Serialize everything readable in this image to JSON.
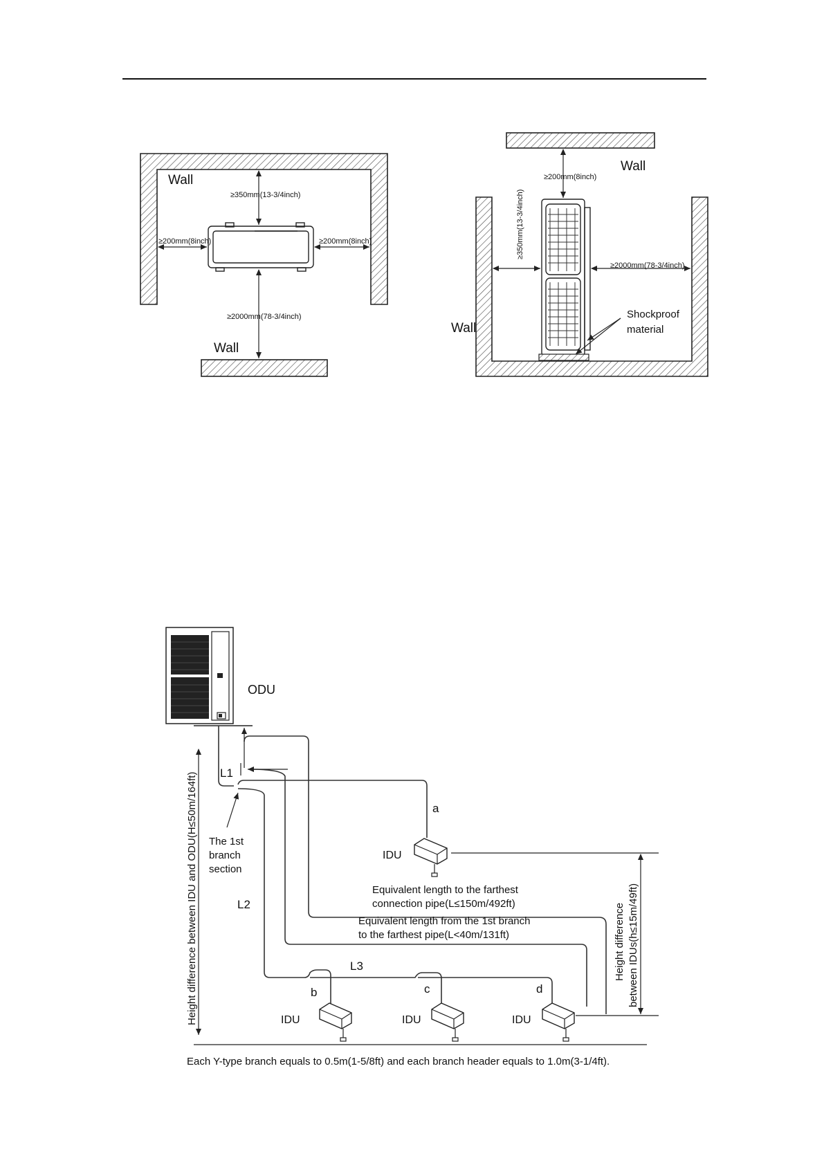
{
  "top_left": {
    "wall_top": "Wall",
    "wall_bottom": "Wall",
    "clear_top": "≥350mm(13-3/4inch)",
    "clear_left": "≥200mm(8inch)",
    "clear_right": "≥200mm(8inch)",
    "clear_bottom": "≥2000mm(78-3/4inch)"
  },
  "top_right": {
    "wall_top": "Wall",
    "wall_left": "Wall",
    "clear_top": "≥200mm(8inch)",
    "clear_left": "≥350mm(13-3/4inch)",
    "clear_right": "≥2000mm(78-3/4inch)",
    "shock_1": "Shockproof",
    "shock_2": "material"
  },
  "piping": {
    "odu": "ODU",
    "l1": "L1",
    "l2": "L2",
    "l3": "L3",
    "a": "a",
    "b": "b",
    "c": "c",
    "d": "d",
    "idu_a": "IDU",
    "idu_b": "IDU",
    "idu_c": "IDU",
    "idu_d": "IDU",
    "branch_1": "The 1st",
    "branch_2": "branch",
    "branch_3": "section",
    "equiv1_line1": "Equivalent length to the farthest",
    "equiv1_line2": "connection pipe(L≤150m/492ft)",
    "equiv2_line1": "Equivalent length from the 1st branch",
    "equiv2_line2": "to the farthest pipe(L<40m/131ft)",
    "height_idu_odu": "Height difference between IDU and ODU(H≤50m/164ft)",
    "height_idus_1": "Height difference",
    "height_idus_2": "between IDUs(h≤15m/49ft)",
    "footnote": "Each Y-type branch equals to 0.5m(1-5/8ft) and each branch header equals to 1.0m(3-1/4ft)."
  }
}
